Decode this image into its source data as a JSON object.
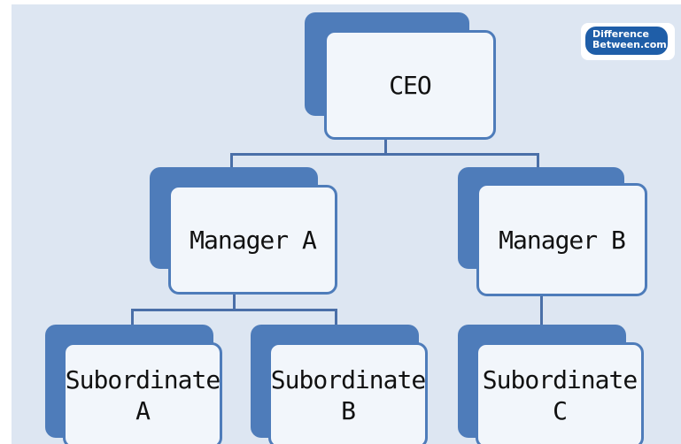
{
  "diagram": {
    "nodes": {
      "ceo": "CEO",
      "manager_a": "Manager A",
      "manager_b": "Manager B",
      "subordinate_a": {
        "line1": "Subordinate",
        "line2": "A"
      },
      "subordinate_b": {
        "line1": "Subordinate",
        "line2": "B"
      },
      "subordinate_c": {
        "line1": "Subordinate",
        "line2": "C"
      }
    },
    "edges": [
      [
        "ceo",
        "manager_a"
      ],
      [
        "ceo",
        "manager_b"
      ],
      [
        "manager_a",
        "subordinate_a"
      ],
      [
        "manager_a",
        "subordinate_b"
      ],
      [
        "manager_b",
        "subordinate_c"
      ]
    ]
  },
  "logo": {
    "line1": "Difference",
    "line2": "Between.com"
  },
  "colors": {
    "background": "#dde6f2",
    "box_shadow": "#4e7cba",
    "box_fill": "#f2f6fb",
    "connector": "#4a6fa8",
    "logo": "#1f5ea8"
  }
}
